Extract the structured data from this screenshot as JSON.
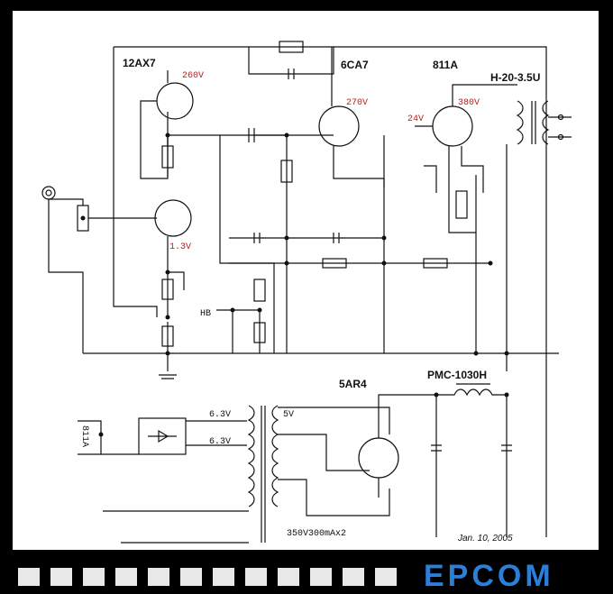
{
  "labels": {
    "tube_12ax7": "12AX7",
    "tube_6ca7": "6CA7",
    "tube_811a": "811A",
    "output_transformer": "H-20-3.5U",
    "rectifier": "5AR4",
    "choke": "PMC-1030H",
    "hb": "HB",
    "supply_811a": "811A"
  },
  "voltages": {
    "v_260": "260V",
    "v_270": "270V",
    "v_380": "380V",
    "v_24": "24V",
    "v_13": "1.3V"
  },
  "transformer": {
    "tap_63a": "6.3V",
    "tap_63b": "6.3V",
    "tap_5v": "5V",
    "hv": "350V300mAx2"
  },
  "date": "Jan. 10, 2005",
  "logo": "EPCOM",
  "colors": {
    "voltage_text": "#b22020",
    "wire": "#111111",
    "logo": "#2a7fd8"
  }
}
